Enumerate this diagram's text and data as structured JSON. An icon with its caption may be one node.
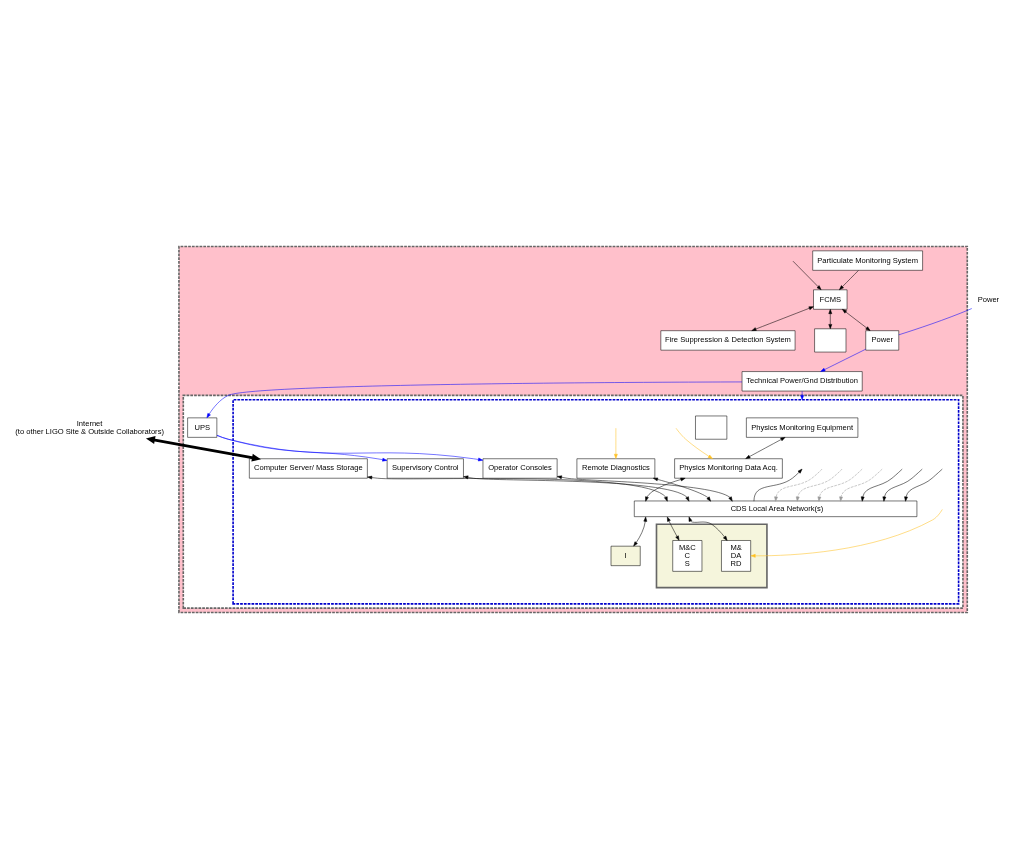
{
  "diagram": {
    "nodes": [
      {
        "text": [],
        "shape": "box"
      },
      {
        "text": [],
        "shape": "box",
        "in": 0
      },
      {
        "text": [],
        "shape": "box",
        "in": 1
      },
      {
        "text": [
          "FCMS"
        ],
        "in": 0
      },
      {
        "text": [
          "Fire Suppression & Detection System"
        ],
        "in": 0
      },
      {
        "text": [],
        "shape": "box",
        "in": 0
      },
      {
        "text": [
          "Particulate Monitoring System"
        ],
        "in": 0
      },
      {
        "text": [
          "Technical Power/Gnd Distribution"
        ],
        "in": 0
      },
      {
        "text": [
          "Power"
        ],
        "in": 0
      },
      {
        "text": [
          "UPS"
        ],
        "in": 1
      },
      {
        "text": [
          "Physics Monitoring Equipment"
        ],
        "in": 2
      },
      {
        "text": [
          "Physics Monitoring Data Acq."
        ],
        "in": 2
      },
      {
        "text": [
          "Computer Server/ Mass Storage"
        ],
        "in": 2
      },
      {
        "text": [
          "Supervisory Control"
        ],
        "in": 2
      },
      {
        "text": [
          "Remote Diagnostics"
        ],
        "in": 2
      },
      {
        "text": [
          "Operator Consoles"
        ],
        "in": 2
      },
      {
        "text": [],
        "shape": "box",
        "in": 2
      },
      {
        "text": [
          "CDS Local Area Network(s)"
        ],
        "in": 2
      },
      {
        "text": [
          "I"
        ],
        "in": 2
      },
      {
        "text": [],
        "shape": "box",
        "in": 2
      },
      {
        "text": [
          "M&C",
          "C",
          "S"
        ],
        "in": 19
      },
      {
        "text": [
          "M&",
          "DA",
          "RD"
        ],
        "in": 19
      },
      {
        "text": [
          "Internet",
          "(to other LIGO Site & Outside Collaborators)"
        ]
      },
      {
        "text": [
          "Power"
        ]
      }
    ],
    "edges": [
      {
        "from": null,
        "to": 3,
        "arrow": "to"
      },
      {
        "from": 3,
        "to": 5,
        "arrow": "both"
      },
      {
        "from": 3,
        "to": 4,
        "arrow": "both"
      },
      {
        "from": 6,
        "to": 3,
        "arrow": "to"
      },
      {
        "from": 3,
        "to": 8,
        "arrow": "both"
      },
      {
        "from": 23,
        "to": 8,
        "arrow": "none",
        "color": "#0000ff"
      },
      {
        "from": 8,
        "to": 7,
        "arrow": "to",
        "color": "#0000ff"
      },
      {
        "from": 7,
        "to": 2,
        "arrow": "to",
        "color": "#0000ff"
      },
      {
        "from": 7,
        "to": 9,
        "arrow": "to",
        "color": "#0000ff"
      },
      {
        "from": 9,
        "to": 13,
        "arrow": "to",
        "color": "#0000ff"
      },
      {
        "from": 9,
        "to": 15,
        "arrow": "to",
        "color": "#0000ff"
      },
      {
        "from": 22,
        "to": 12,
        "arrow": "both",
        "style": "thick"
      },
      {
        "from": null,
        "to": 11,
        "arrow": "to",
        "color": "#ffc020"
      },
      {
        "from": 10,
        "to": 11,
        "arrow": "both"
      },
      {
        "from": 11,
        "to": 17,
        "arrow": "both"
      },
      {
        "from": 12,
        "to": 17,
        "arrow": "both"
      },
      {
        "from": 13,
        "to": 17,
        "arrow": "both"
      },
      {
        "from": 14,
        "to": 17,
        "arrow": "both"
      },
      {
        "from": 15,
        "to": 17,
        "arrow": "both"
      },
      {
        "from": 17,
        "to": null,
        "arrow": "to"
      },
      {
        "from": 17,
        "to": 18,
        "arrow": "both"
      },
      {
        "from": null,
        "to": 17,
        "arrow": "to",
        "style": "dashed",
        "color": "#999999"
      },
      {
        "from": null,
        "to": 17,
        "arrow": "to",
        "style": "dashed",
        "color": "#999999"
      },
      {
        "from": null,
        "to": 17,
        "arrow": "to",
        "style": "dashed",
        "color": "#999999"
      },
      {
        "from": null,
        "to": 17,
        "arrow": "to",
        "style": "dashed",
        "color": "#999999"
      },
      {
        "from": null,
        "to": 17,
        "arrow": "to"
      },
      {
        "from": null,
        "to": 17,
        "arrow": "to"
      },
      {
        "from": null,
        "to": 17,
        "arrow": "to"
      },
      {
        "from": 17,
        "to": 20,
        "arrow": "both"
      },
      {
        "from": 17,
        "to": 21,
        "arrow": "both"
      },
      {
        "from": null,
        "to": 14,
        "arrow": "to",
        "color": "#ffc020"
      },
      {
        "from": null,
        "to": 21,
        "arrow": "to",
        "color": "#ffc020"
      }
    ]
  }
}
